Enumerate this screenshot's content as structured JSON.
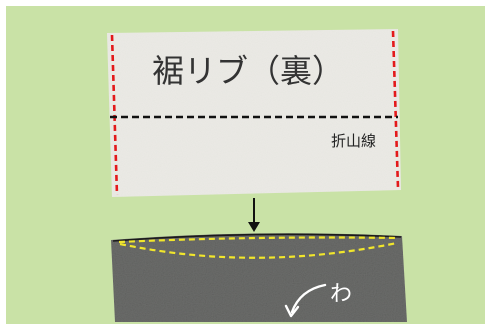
{
  "colors": {
    "background": "#c9e2a6",
    "frame": "#ffffff",
    "fabric_top": "#ecebe6",
    "fabric_bottom": "#6c6d6b",
    "dashed_fold": "#111111",
    "dashed_red": "#e3191b",
    "dashed_yellow": "#f1e62c",
    "arrow": "#111111"
  },
  "labels": {
    "title": "裾リブ（裏）",
    "fold_line": "折山線",
    "wa": "わ"
  }
}
